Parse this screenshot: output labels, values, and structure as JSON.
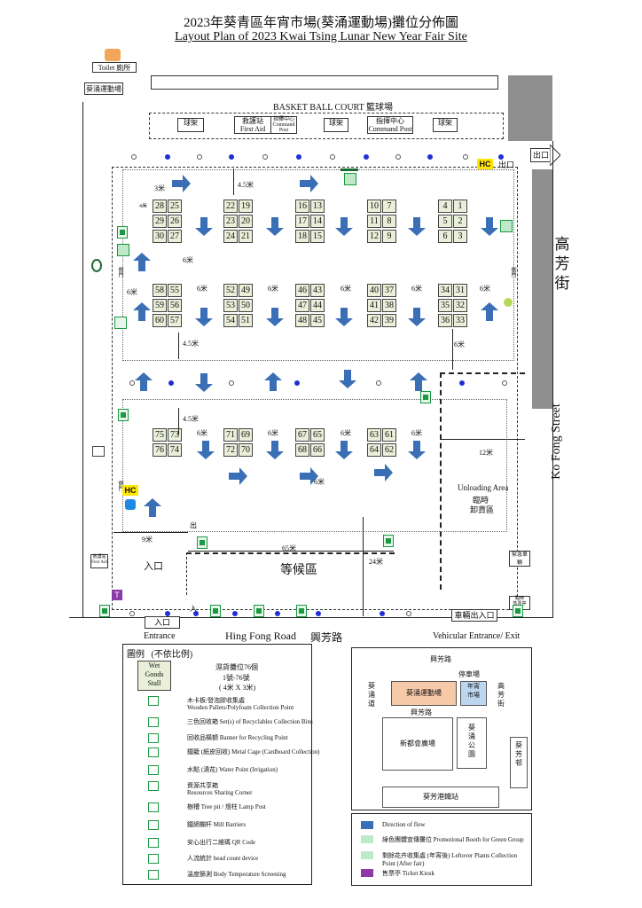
{
  "title": {
    "cn": "2023年葵青區年宵市場(葵涌運動場)攤位分佈圖",
    "en": "Layout Plan of 2023 Kwai Tsing Lunar New Year Fair Site"
  },
  "top_area": {
    "toilet": "Toilet 廁所",
    "stadium": "葵涌運動場",
    "court": "BASKET BALL COURT  籃球場",
    "rooms": [
      "球架",
      "救護站\nFirst Aid",
      "指揮中心\nCommand Post",
      "球架",
      "指揮中心\nCommand Post",
      "球架"
    ],
    "exit_right": "出口",
    "exit_inner": "出口"
  },
  "streets": {
    "ko_fong_cn": [
      "高",
      "芳",
      "街"
    ],
    "ko_fong_en": "Ko Fong Street",
    "hing_fong_en": "Hing Fong Road",
    "hing_fong_cn": "興芳路"
  },
  "stalls": {
    "block1": [
      "28",
      "25",
      "29",
      "26",
      "30",
      "27"
    ],
    "block2": [
      "22",
      "19",
      "23",
      "20",
      "24",
      "21"
    ],
    "block3": [
      "16",
      "13",
      "17",
      "14",
      "18",
      "15"
    ],
    "block4": [
      "10",
      "7",
      "11",
      "8",
      "12",
      "9"
    ],
    "block5": [
      "4",
      "1",
      "5",
      "2",
      "6",
      "3"
    ],
    "row2": [
      [
        "58",
        "55",
        "59",
        "56",
        "60",
        "57"
      ],
      [
        "52",
        "49",
        "53",
        "50",
        "54",
        "51"
      ],
      [
        "46",
        "43",
        "47",
        "44",
        "48",
        "45"
      ],
      [
        "40",
        "37",
        "41",
        "38",
        "42",
        "39"
      ],
      [
        "34",
        "31",
        "35",
        "32",
        "36",
        "33"
      ]
    ],
    "row3": [
      [
        "75",
        "73",
        "76",
        "74"
      ],
      [
        "71",
        "69",
        "72",
        "70"
      ],
      [
        "67",
        "65",
        "68",
        "66"
      ],
      [
        "63",
        "61",
        "64",
        "62"
      ]
    ]
  },
  "distances": {
    "d45": "4.5米",
    "d3": "3米",
    "d4": "4米",
    "d6": "6米",
    "d9": "9米",
    "d12": "12米",
    "d65": "65米",
    "d24": "24米"
  },
  "areas": {
    "unloading": [
      "Unloading Area",
      "臨時",
      "卸貨區"
    ],
    "waiting": "等候區",
    "entrance_cn": "入口",
    "entrance_cn2": "入口",
    "entrance_en": "Entrance",
    "exit_small": "出",
    "entry_small": "入",
    "vehicle": "車輛出入口",
    "vehicle_en": "Vehicular Entrance/ Exit",
    "first_aid": "救護站\nFirst Aid",
    "emergency": "緊急車輛",
    "ticket": "臨時\n售票亭",
    "side_gate": "側門"
  },
  "legend": {
    "title": "圖例",
    "note": "(不依比例)",
    "wet": "Wet\nGoods\nStall",
    "wet_desc": [
      "濕貨攤位76個",
      "1號-76號",
      "( 4米 X 3米)"
    ],
    "rows": [
      [
        "木卡板/發泡膠收集處",
        "Wooden Pallets/Polyfoam Collection Point"
      ],
      [
        "三色回收箱 Set(s) of Recyclables Collection Bins"
      ],
      [
        "回收品橫額 Banner for Recycling Point"
      ],
      [
        "鐵籠 (紙皮回收) Metal Cage (Cardboard Collection)"
      ],
      [
        "水點 (澆花) Water Point (Irrigation)"
      ],
      [
        "資源共享箱",
        "Resources Sharing Corner"
      ],
      [
        "樹槽 Tree pit / 燈柱 Lamp Post"
      ],
      [
        "鐵網欄杆 Mill Barriers"
      ],
      [
        "安心出行二維碼 QR Code"
      ],
      [
        "人流統計 head count device"
      ],
      [
        "溫度篩測 Body Temperature Screening"
      ]
    ],
    "right_rows": [
      "Direction of flow",
      "綠色團體宣傳攤位 Promotional Booth for Green Group",
      "剩餘花卉收集處 (年宵後) Leftover Plants Collection Point (After fair)",
      "售票亭 Ticket Kiosk"
    ]
  },
  "inset_map": {
    "hing_fong": "興芳路",
    "car_park": "停車場",
    "kwai_yuen": "葵\n涌\n道",
    "stadium": "葵涌運動場",
    "market": "年宵\n市場",
    "ko_fong": "高\n芳\n街",
    "hing_fong2": "興芳路",
    "sun_plaza": "新都會廣場",
    "kwai_chung_park": "葵\n涌\n公\n園",
    "kwai_hing": "葵\n芳\n邨",
    "mtr": "葵芳港鐵站"
  },
  "colors": {
    "arrow": "#3a6fb5",
    "stall": "#e9efd9",
    "stadium_fill": "#f6c9a8",
    "market_fill": "#bcd6f0",
    "dot": "#1f2fd6"
  }
}
